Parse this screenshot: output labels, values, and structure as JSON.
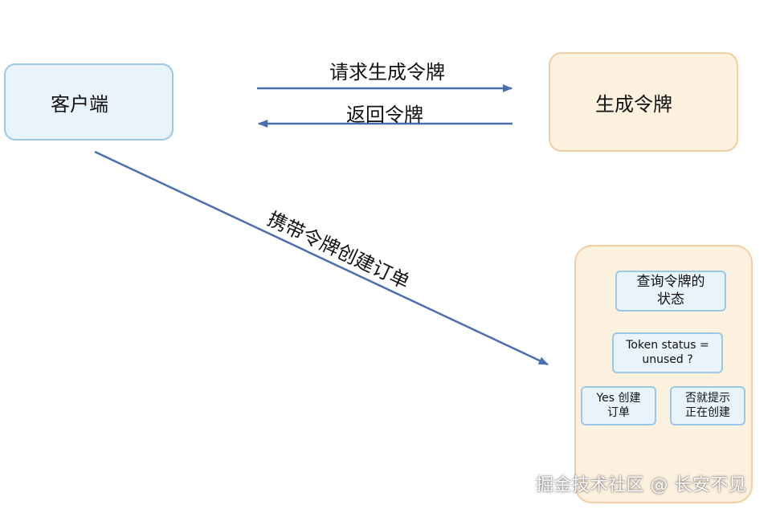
{
  "nodes": {
    "client": "客户端",
    "generator": "生成令牌",
    "check_status": "查询令牌的\n状态",
    "token_status": "Token status =\nunused ?",
    "yes_branch": "Yes 创建\n订单",
    "no_branch": "否就提示\n正在创建"
  },
  "edges": {
    "request_token": "请求生成令牌",
    "return_token": "返回令牌",
    "carry_token": "携带令牌创建订单"
  },
  "watermark": "掘金技术社区 @ 长安不见",
  "colors": {
    "arrow": "#4a6fb1",
    "blue_fill": "#e9f3fb",
    "blue_border": "#9ac8e8",
    "orange_fill": "#fcf0de",
    "orange_border": "#f3cea0"
  }
}
